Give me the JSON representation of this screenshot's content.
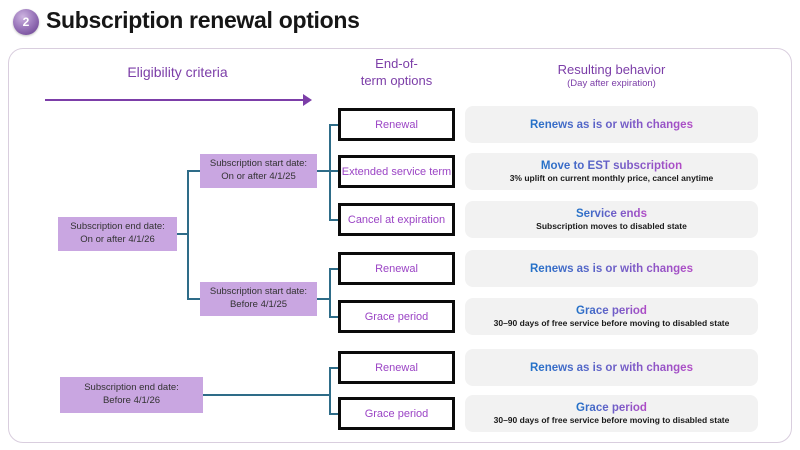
{
  "page": {
    "badge": "2",
    "title": "Subscription renewal options"
  },
  "columns": {
    "eligibility": "Eligibility criteria",
    "options_line1": "End-of-",
    "options_line2": "term options",
    "behavior": "Resulting behavior",
    "behavior_sub": "(Day after expiration)"
  },
  "eligibility_nodes": [
    {
      "line1": "Subscription end date:",
      "line2": "On or after 4/1/26"
    },
    {
      "line1": "Subscription start date:",
      "line2": "On or after 4/1/25"
    },
    {
      "line1": "Subscription start date:",
      "line2": "Before 4/1/25"
    },
    {
      "line1": "Subscription end date:",
      "line2": "Before 4/1/26"
    }
  ],
  "rows": [
    {
      "option": "Renewal",
      "behavior": "Renews as is or with changes",
      "detail": ""
    },
    {
      "option": "Extended service term",
      "behavior": "Move to EST subscription",
      "detail": "3% uplift on current monthly price, cancel anytime"
    },
    {
      "option": "Cancel at expiration",
      "behavior": "Service ends",
      "detail": "Subscription moves to disabled state"
    },
    {
      "option": "Renewal",
      "behavior": "Renews as is or with changes",
      "detail": ""
    },
    {
      "option": "Grace period",
      "behavior": "Grace period",
      "detail": "30–90 days of free service before moving to disabled state"
    },
    {
      "option": "Renewal",
      "behavior": "Renews as is or with changes",
      "detail": ""
    },
    {
      "option": "Grace period",
      "behavior": "Grace period",
      "detail": "30–90 days of free service before moving to disabled state"
    }
  ],
  "colors": {
    "accent_purple": "#7c3ea8",
    "eligibility_node_fill": "#c9a6e1",
    "option_text": "#9b44c5",
    "option_border": "#0b0b0b",
    "connector": "#2e6c88",
    "behavior_box_fill": "#f2f2f2",
    "behavior_gradient_start": "#2272c8",
    "behavior_gradient_end": "#b14cc6"
  }
}
